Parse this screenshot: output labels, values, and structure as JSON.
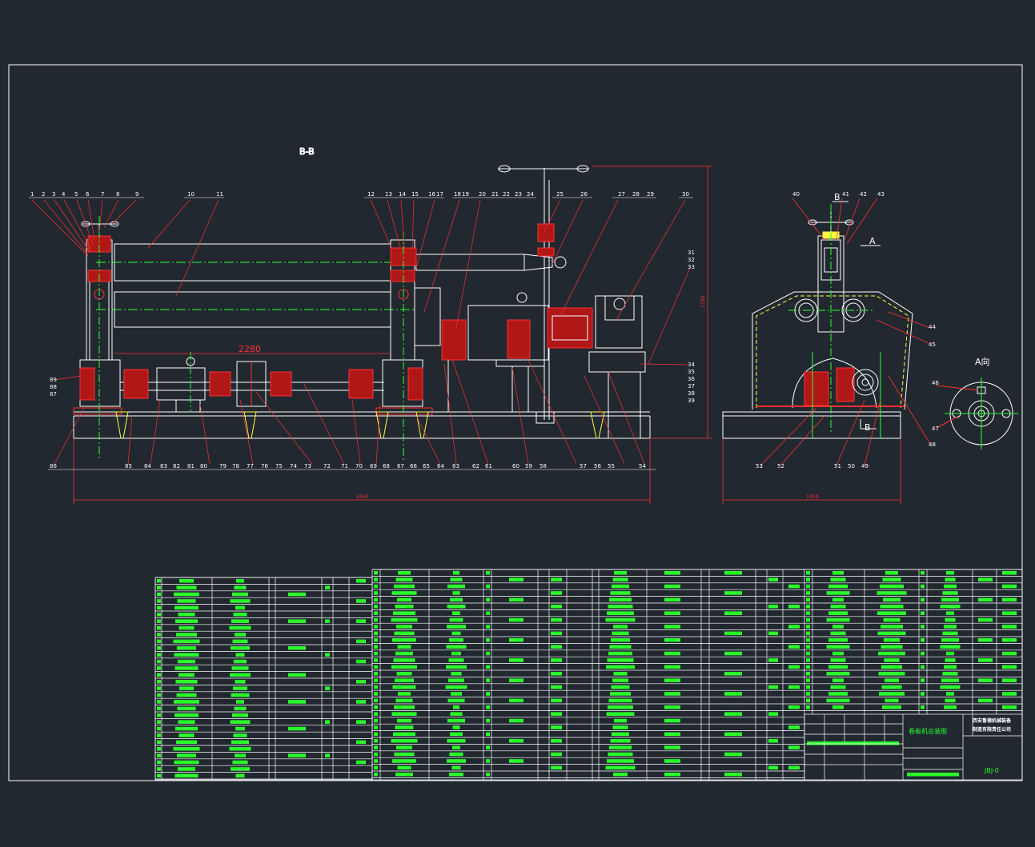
{
  "views": {
    "section_title": "B-B",
    "side_markers": {
      "b_top": "B",
      "a_marker": "A",
      "b_bottom": "B"
    },
    "detail_title": "A向"
  },
  "dimensions": {
    "roll_length": "2280",
    "overall_length": "4350",
    "overall_height": "1730",
    "side_width": "1350"
  },
  "part_numbers": {
    "top_main": [
      "1",
      "2",
      "3",
      "4",
      "5",
      "6",
      "7",
      "8",
      "9",
      "10",
      "11",
      "12",
      "13",
      "14",
      "15",
      "16",
      "17",
      "18",
      "19",
      "20",
      "21",
      "22",
      "23",
      "24",
      "25",
      "26",
      "27",
      "28",
      "29",
      "30"
    ],
    "right_stack_upper": [
      "31",
      "32",
      "33"
    ],
    "right_stack_lower": [
      "34",
      "35",
      "36",
      "37",
      "38",
      "39"
    ],
    "left_stack": [
      "89",
      "88",
      "87"
    ],
    "bottom_main": [
      "86",
      "85",
      "84",
      "83",
      "82",
      "81",
      "80",
      "79",
      "78",
      "77",
      "76",
      "75",
      "74",
      "73",
      "72",
      "71",
      "70",
      "69",
      "68",
      "67",
      "66",
      "65",
      "64",
      "63",
      "62",
      "61",
      "60",
      "59",
      "58",
      "57",
      "56",
      "55",
      "54"
    ],
    "side_top": [
      "40",
      "41",
      "42",
      "43"
    ],
    "side_right": [
      "44",
      "45"
    ],
    "side_bottom": [
      "53",
      "52",
      "51",
      "50",
      "49",
      "48"
    ],
    "detail": [
      "46",
      "47"
    ]
  },
  "title_block": {
    "drawing_name": "卷板机总装图",
    "company_line1": "西安鲁德机械装备",
    "company_line2": "制造有限责任公司",
    "drawing_no": "JBJ-0"
  },
  "colors": {
    "background": "#212830",
    "lines": "#ffffff",
    "dimensions": "#ff3030",
    "hatch": "#e02020",
    "centerline": "#2bff2b",
    "highlight": "#ffff40",
    "table_text": "#2bff2b"
  }
}
